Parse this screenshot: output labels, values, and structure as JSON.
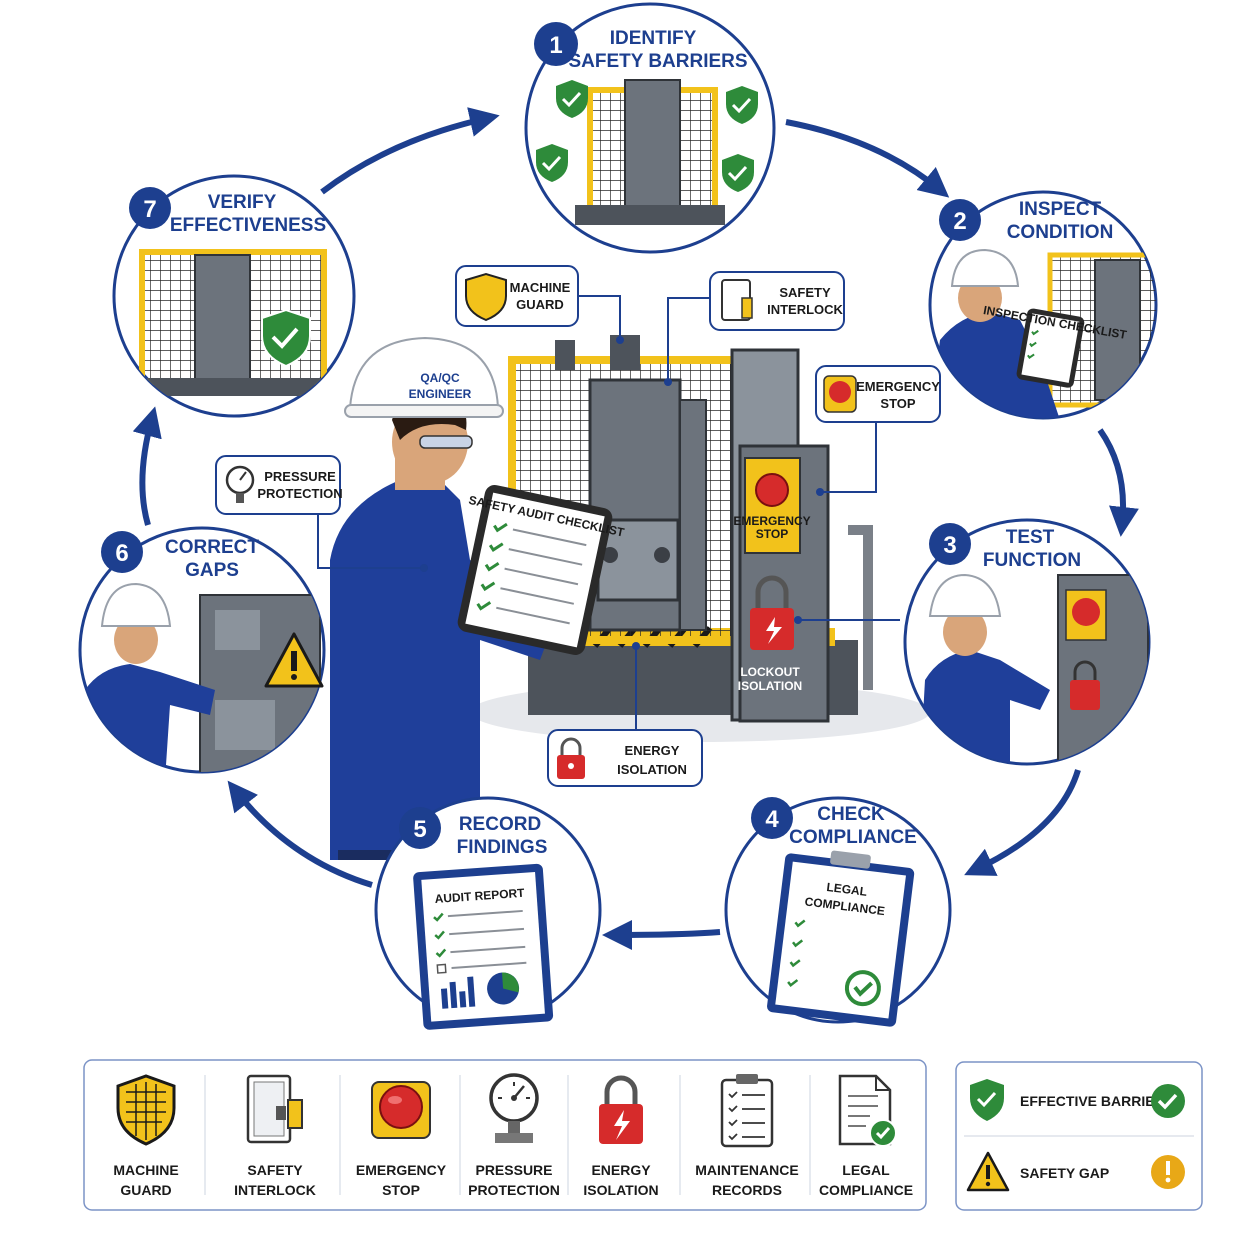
{
  "center": {
    "engineer_label_line1": "QA/QC",
    "engineer_label_line2": "ENGINEER",
    "tablet_title": "SAFETY AUDIT CHECKLIST",
    "estop_label_line1": "EMERGENCY",
    "estop_label_line2": "STOP",
    "lockout_label_line1": "LOCKOUT",
    "lockout_label_line2": "ISOLATION"
  },
  "callouts": {
    "machine_guard": [
      "MACHINE",
      "GUARD"
    ],
    "safety_interlock": [
      "SAFETY",
      "INTERLOCK"
    ],
    "emergency_stop": [
      "EMERGENCY",
      "STOP"
    ],
    "pressure_protection": [
      "PRESSURE",
      "PROTECTION"
    ],
    "energy_isolation": [
      "ENERGY",
      "ISOLATION"
    ]
  },
  "steps": [
    {
      "num": "1",
      "line1": "IDENTIFY",
      "line2": "SAFETY BARRIERS"
    },
    {
      "num": "2",
      "line1": "INSPECT",
      "line2": "CONDITION"
    },
    {
      "num": "3",
      "line1": "TEST",
      "line2": "FUNCTION"
    },
    {
      "num": "4",
      "line1": "CHECK",
      "line2": "COMPLIANCE"
    },
    {
      "num": "5",
      "line1": "RECORD",
      "line2": "FINDINGS"
    },
    {
      "num": "6",
      "line1": "CORRECT",
      "line2": "GAPS"
    },
    {
      "num": "7",
      "line1": "VERIFY",
      "line2": "EFFECTIVENESS"
    }
  ],
  "step2_tablet_title": "INSPECTION CHECKLIST",
  "step4_doc": [
    "LEGAL",
    "COMPLIANCE"
  ],
  "step5_doc_title": "AUDIT REPORT",
  "legend": {
    "items": [
      {
        "line1": "MACHINE",
        "line2": "GUARD",
        "icon": "shield-grid-icon"
      },
      {
        "line1": "SAFETY",
        "line2": "INTERLOCK",
        "icon": "interlock-icon"
      },
      {
        "line1": "EMERGENCY",
        "line2": "STOP",
        "icon": "emergency-stop-icon"
      },
      {
        "line1": "PRESSURE",
        "line2": "PROTECTION",
        "icon": "pressure-gauge-icon"
      },
      {
        "line1": "ENERGY",
        "line2": "ISOLATION",
        "icon": "padlock-icon"
      },
      {
        "line1": "MAINTENANCE",
        "line2": "RECORDS",
        "icon": "clipboard-icon"
      },
      {
        "line1": "LEGAL",
        "line2": "COMPLIANCE",
        "icon": "document-check-icon"
      }
    ],
    "key": [
      {
        "label": "EFFECTIVE BARRIER",
        "icon": "green-shield-check-icon"
      },
      {
        "label": "SAFETY GAP",
        "icon": "warning-triangle-icon"
      }
    ]
  },
  "colors": {
    "navy": "#1d3f8f",
    "yellow": "#f2c21b",
    "green": "#2e8b3a",
    "red": "#d62b2b",
    "machine_gray": "#5b6169"
  }
}
